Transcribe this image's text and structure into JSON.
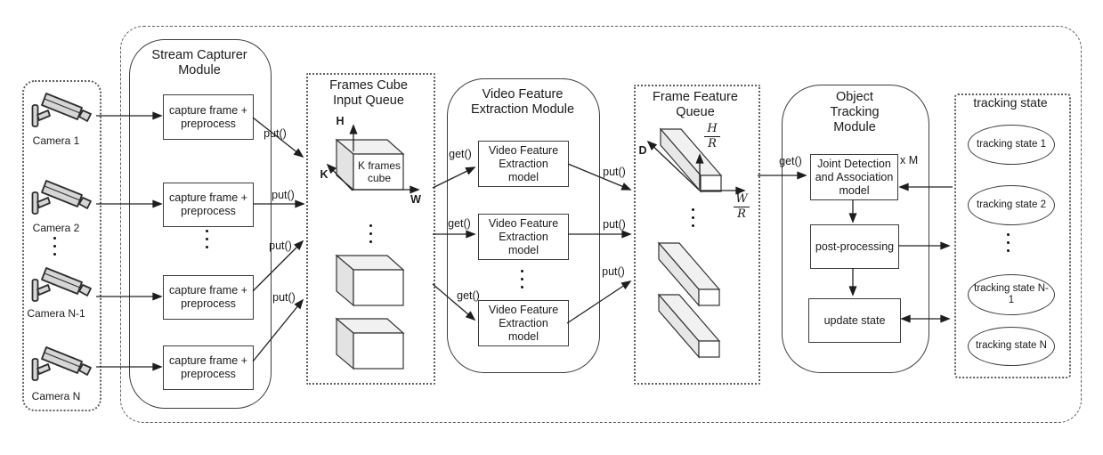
{
  "cameras": {
    "item1": "Camera 1",
    "item2": "Camera 2",
    "item3": "Camera N-1",
    "item4": "Camera N"
  },
  "stream_capturer": {
    "title": "Stream Capturer Module",
    "box_label": "capture frame + preprocess"
  },
  "labels": {
    "put": "put()",
    "get": "get()"
  },
  "frames_cube_queue": {
    "title": "Frames Cube Input Queue",
    "cube_label": "K frames cube",
    "axis_h": "H",
    "axis_k": "K",
    "axis_w": "W"
  },
  "vfe": {
    "title": "Video Feature Extraction Module",
    "box_label": "Video Feature Extraction model"
  },
  "frame_feature_queue": {
    "title": "Frame Feature Queue",
    "axis_d": "D",
    "frac_h": {
      "num": "H",
      "den": "R"
    },
    "frac_w": {
      "num": "W",
      "den": "R"
    }
  },
  "object_tracking": {
    "title": "Object Tracking Module",
    "jd_label": "Joint Detection and Association model",
    "multiplier": "x M",
    "pp_label": "post-processing",
    "us_label": "update state"
  },
  "tracking_state": {
    "title": "tracking state",
    "item1": "tracking state 1",
    "item2": "tracking state 2",
    "item3": "tracking state N-1",
    "item4": "tracking state N"
  },
  "colors": {
    "line": "#222222",
    "shape_fill_light": "#f1f1f1",
    "background": "#ffffff"
  }
}
